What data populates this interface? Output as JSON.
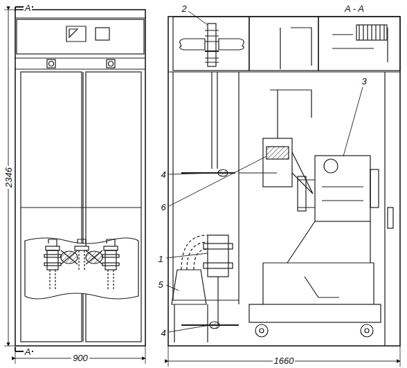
{
  "diagram": {
    "labels": [
      "A",
      "A - A",
      "2",
      "2346",
      "4",
      "6",
      "3",
      "1",
      "5",
      "4",
      "A",
      "900",
      "1660"
    ]
  }
}
